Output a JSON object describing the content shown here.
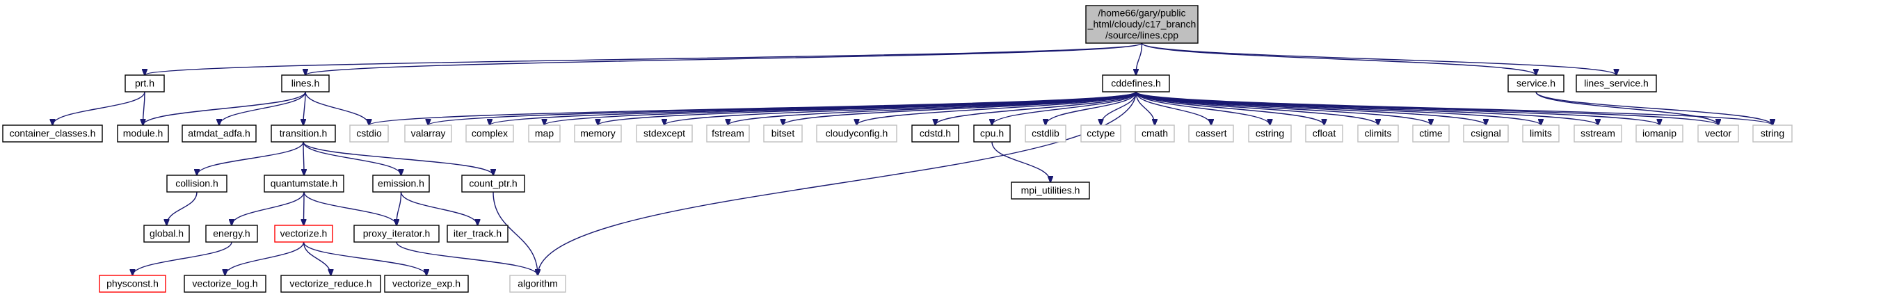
{
  "colors": {
    "edge": "#191970",
    "node_border": "#000000",
    "node_border_missing": "#bfbfbf",
    "node_border_truncated": "#ff0000",
    "root_fill": "#bfbfbf",
    "node_fill": "#ffffff",
    "text": "#000000"
  },
  "nodes": [
    {
      "id": "lines_cpp",
      "lines": [
        "/home66/gary/public",
        "_html/cloudy/c17_branch",
        "/source/lines.cpp"
      ],
      "style": "root"
    },
    {
      "id": "prt_h",
      "lines": [
        "prt.h"
      ],
      "style": "normal"
    },
    {
      "id": "lines_h",
      "lines": [
        "lines.h"
      ],
      "style": "normal"
    },
    {
      "id": "cddefines_h",
      "lines": [
        "cddefines.h"
      ],
      "style": "normal"
    },
    {
      "id": "service_h",
      "lines": [
        "service.h"
      ],
      "style": "normal"
    },
    {
      "id": "lines_service_h",
      "lines": [
        "lines_service.h"
      ],
      "style": "normal"
    },
    {
      "id": "container_classes_h",
      "lines": [
        "container_classes.h"
      ],
      "style": "normal"
    },
    {
      "id": "module_h",
      "lines": [
        "module.h"
      ],
      "style": "normal"
    },
    {
      "id": "atmdat_adfa_h",
      "lines": [
        "atmdat_adfa.h"
      ],
      "style": "normal"
    },
    {
      "id": "transition_h",
      "lines": [
        "transition.h"
      ],
      "style": "normal"
    },
    {
      "id": "cstdio",
      "lines": [
        "cstdio"
      ],
      "style": "missing"
    },
    {
      "id": "valarray",
      "lines": [
        "valarray"
      ],
      "style": "missing"
    },
    {
      "id": "complex",
      "lines": [
        "complex"
      ],
      "style": "missing"
    },
    {
      "id": "map",
      "lines": [
        "map"
      ],
      "style": "missing"
    },
    {
      "id": "memory",
      "lines": [
        "memory"
      ],
      "style": "missing"
    },
    {
      "id": "stdexcept",
      "lines": [
        "stdexcept"
      ],
      "style": "missing"
    },
    {
      "id": "fstream",
      "lines": [
        "fstream"
      ],
      "style": "missing"
    },
    {
      "id": "bitset",
      "lines": [
        "bitset"
      ],
      "style": "missing"
    },
    {
      "id": "cloudyconfig_h",
      "lines": [
        "cloudyconfig.h"
      ],
      "style": "missing"
    },
    {
      "id": "cdstd_h",
      "lines": [
        "cdstd.h"
      ],
      "style": "normal"
    },
    {
      "id": "cpu_h",
      "lines": [
        "cpu.h"
      ],
      "style": "normal"
    },
    {
      "id": "cstdlib",
      "lines": [
        "cstdlib"
      ],
      "style": "missing"
    },
    {
      "id": "cctype",
      "lines": [
        "cctype"
      ],
      "style": "missing"
    },
    {
      "id": "cmath",
      "lines": [
        "cmath"
      ],
      "style": "missing"
    },
    {
      "id": "cassert",
      "lines": [
        "cassert"
      ],
      "style": "missing"
    },
    {
      "id": "cstring",
      "lines": [
        "cstring"
      ],
      "style": "missing"
    },
    {
      "id": "cfloat",
      "lines": [
        "cfloat"
      ],
      "style": "missing"
    },
    {
      "id": "climits",
      "lines": [
        "climits"
      ],
      "style": "missing"
    },
    {
      "id": "ctime",
      "lines": [
        "ctime"
      ],
      "style": "missing"
    },
    {
      "id": "csignal",
      "lines": [
        "csignal"
      ],
      "style": "missing"
    },
    {
      "id": "limits",
      "lines": [
        "limits"
      ],
      "style": "missing"
    },
    {
      "id": "sstream",
      "lines": [
        "sstream"
      ],
      "style": "missing"
    },
    {
      "id": "iomanip",
      "lines": [
        "iomanip"
      ],
      "style": "missing"
    },
    {
      "id": "vector",
      "lines": [
        "vector"
      ],
      "style": "missing"
    },
    {
      "id": "string",
      "lines": [
        "string"
      ],
      "style": "missing"
    },
    {
      "id": "collision_h",
      "lines": [
        "collision.h"
      ],
      "style": "normal"
    },
    {
      "id": "quantumstate_h",
      "lines": [
        "quantumstate.h"
      ],
      "style": "normal"
    },
    {
      "id": "emission_h",
      "lines": [
        "emission.h"
      ],
      "style": "normal"
    },
    {
      "id": "count_ptr_h",
      "lines": [
        "count_ptr.h"
      ],
      "style": "normal"
    },
    {
      "id": "mpi_utilities_h",
      "lines": [
        "mpi_utilities.h"
      ],
      "style": "normal"
    },
    {
      "id": "global_h",
      "lines": [
        "global.h"
      ],
      "style": "normal"
    },
    {
      "id": "energy_h",
      "lines": [
        "energy.h"
      ],
      "style": "normal"
    },
    {
      "id": "vectorize_h",
      "lines": [
        "vectorize.h"
      ],
      "style": "truncated"
    },
    {
      "id": "proxy_iterator_h",
      "lines": [
        "proxy_iterator.h"
      ],
      "style": "normal"
    },
    {
      "id": "iter_track_h",
      "lines": [
        "iter_track.h"
      ],
      "style": "normal"
    },
    {
      "id": "physconst_h",
      "lines": [
        "physconst.h"
      ],
      "style": "truncated"
    },
    {
      "id": "vectorize_log_h",
      "lines": [
        "vectorize_log.h"
      ],
      "style": "normal"
    },
    {
      "id": "vectorize_reduce_h",
      "lines": [
        "vectorize_reduce.h"
      ],
      "style": "normal"
    },
    {
      "id": "vectorize_exp_h",
      "lines": [
        "vectorize_exp.h"
      ],
      "style": "normal"
    },
    {
      "id": "algorithm",
      "lines": [
        "algorithm"
      ],
      "style": "missing"
    }
  ],
  "edges": [
    [
      "lines_cpp",
      "prt_h"
    ],
    [
      "lines_cpp",
      "lines_h"
    ],
    [
      "lines_cpp",
      "cddefines_h"
    ],
    [
      "lines_cpp",
      "service_h"
    ],
    [
      "lines_cpp",
      "lines_service_h"
    ],
    [
      "prt_h",
      "container_classes_h"
    ],
    [
      "prt_h",
      "module_h"
    ],
    [
      "lines_h",
      "module_h"
    ],
    [
      "lines_h",
      "atmdat_adfa_h"
    ],
    [
      "lines_h",
      "transition_h"
    ],
    [
      "lines_h",
      "cstdio"
    ],
    [
      "cddefines_h",
      "cstdio"
    ],
    [
      "cddefines_h",
      "valarray"
    ],
    [
      "cddefines_h",
      "complex"
    ],
    [
      "cddefines_h",
      "map"
    ],
    [
      "cddefines_h",
      "memory"
    ],
    [
      "cddefines_h",
      "stdexcept"
    ],
    [
      "cddefines_h",
      "fstream"
    ],
    [
      "cddefines_h",
      "bitset"
    ],
    [
      "cddefines_h",
      "cloudyconfig_h"
    ],
    [
      "cddefines_h",
      "cdstd_h"
    ],
    [
      "cddefines_h",
      "cpu_h"
    ],
    [
      "cddefines_h",
      "cstdlib"
    ],
    [
      "cddefines_h",
      "cctype"
    ],
    [
      "cddefines_h",
      "cmath"
    ],
    [
      "cddefines_h",
      "cassert"
    ],
    [
      "cddefines_h",
      "cstring"
    ],
    [
      "cddefines_h",
      "cfloat"
    ],
    [
      "cddefines_h",
      "climits"
    ],
    [
      "cddefines_h",
      "ctime"
    ],
    [
      "cddefines_h",
      "csignal"
    ],
    [
      "cddefines_h",
      "limits"
    ],
    [
      "cddefines_h",
      "sstream"
    ],
    [
      "cddefines_h",
      "iomanip"
    ],
    [
      "cddefines_h",
      "vector"
    ],
    [
      "cddefines_h",
      "string"
    ],
    [
      "cddefines_h",
      "algorithm"
    ],
    [
      "service_h",
      "vector"
    ],
    [
      "service_h",
      "string"
    ],
    [
      "cpu_h",
      "mpi_utilities_h"
    ],
    [
      "transition_h",
      "collision_h"
    ],
    [
      "transition_h",
      "quantumstate_h"
    ],
    [
      "transition_h",
      "emission_h"
    ],
    [
      "transition_h",
      "count_ptr_h"
    ],
    [
      "collision_h",
      "global_h"
    ],
    [
      "quantumstate_h",
      "energy_h"
    ],
    [
      "quantumstate_h",
      "vectorize_h"
    ],
    [
      "quantumstate_h",
      "proxy_iterator_h"
    ],
    [
      "emission_h",
      "proxy_iterator_h"
    ],
    [
      "emission_h",
      "iter_track_h"
    ],
    [
      "count_ptr_h",
      "algorithm"
    ],
    [
      "energy_h",
      "physconst_h"
    ],
    [
      "vectorize_h",
      "vectorize_log_h"
    ],
    [
      "vectorize_h",
      "vectorize_reduce_h"
    ],
    [
      "vectorize_h",
      "vectorize_exp_h"
    ],
    [
      "proxy_iterator_h",
      "algorithm"
    ]
  ]
}
